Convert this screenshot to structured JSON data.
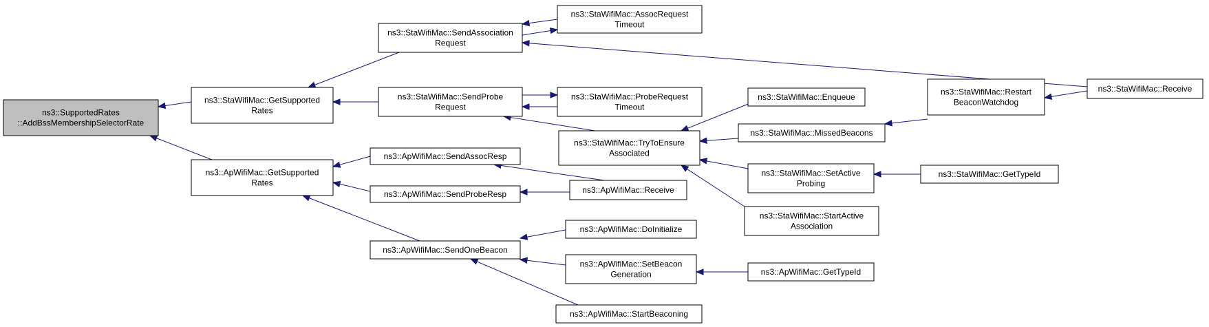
{
  "colors": {
    "edge": "#191970",
    "root_fill": "#bfbfbf",
    "node_fill": "#ffffff",
    "node_border": "#000000"
  },
  "nodes": [
    {
      "id": "root",
      "lines": [
        "ns3::SupportedRates",
        "::AddBssMembershipSelectorRate"
      ],
      "root": true
    },
    {
      "id": "sta_get",
      "lines": [
        "ns3::StaWifiMac::GetSupported",
        "Rates"
      ]
    },
    {
      "id": "ap_get",
      "lines": [
        "ns3::ApWifiMac::GetSupported",
        "Rates"
      ]
    },
    {
      "id": "sta_sendassoc",
      "lines": [
        "ns3::StaWifiMac::SendAssociation",
        "Request"
      ]
    },
    {
      "id": "sta_sendprobe",
      "lines": [
        "ns3::StaWifiMac::SendProbe",
        "Request"
      ]
    },
    {
      "id": "ap_sendassocresp",
      "lines": [
        "ns3::ApWifiMac::SendAssocResp"
      ]
    },
    {
      "id": "ap_sendproberesp",
      "lines": [
        "ns3::ApWifiMac::SendProbeResp"
      ]
    },
    {
      "id": "ap_sendonebeacon",
      "lines": [
        "ns3::ApWifiMac::SendOneBeacon"
      ]
    },
    {
      "id": "sta_assoctimeout",
      "lines": [
        "ns3::StaWifiMac::AssocRequest",
        "Timeout"
      ]
    },
    {
      "id": "sta_probetimeout",
      "lines": [
        "ns3::StaWifiMac::ProbeRequest",
        "Timeout"
      ]
    },
    {
      "id": "sta_trytoensure",
      "lines": [
        "ns3::StaWifiMac::TryToEnsure",
        "Associated"
      ]
    },
    {
      "id": "ap_receive",
      "lines": [
        "ns3::ApWifiMac::Receive"
      ]
    },
    {
      "id": "ap_doinit",
      "lines": [
        "ns3::ApWifiMac::DoInitialize"
      ]
    },
    {
      "id": "ap_setbeacongen",
      "lines": [
        "ns3::ApWifiMac::SetBeacon",
        "Generation"
      ]
    },
    {
      "id": "ap_startbeaconing",
      "lines": [
        "ns3::ApWifiMac::StartBeaconing"
      ]
    },
    {
      "id": "sta_enqueue",
      "lines": [
        "ns3::StaWifiMac::Enqueue"
      ]
    },
    {
      "id": "sta_missedbeacons",
      "lines": [
        "ns3::StaWifiMac::MissedBeacons"
      ]
    },
    {
      "id": "sta_setactiveprobing",
      "lines": [
        "ns3::StaWifiMac::SetActive",
        "Probing"
      ]
    },
    {
      "id": "sta_startactiveassoc",
      "lines": [
        "ns3::StaWifiMac::StartActive",
        "Association"
      ]
    },
    {
      "id": "sta_restartbeacon",
      "lines": [
        "ns3::StaWifiMac::Restart",
        "BeaconWatchdog"
      ]
    },
    {
      "id": "sta_receive",
      "lines": [
        "ns3::StaWifiMac::Receive"
      ]
    },
    {
      "id": "sta_gettypeid",
      "lines": [
        "ns3::StaWifiMac::GetTypeId"
      ]
    },
    {
      "id": "ap_gettypeid",
      "lines": [
        "ns3::ApWifiMac::GetTypeId"
      ]
    }
  ],
  "edges": [
    {
      "from": "sta_get",
      "to": "root"
    },
    {
      "from": "ap_get",
      "to": "root"
    },
    {
      "from": "sta_sendassoc",
      "to": "sta_get"
    },
    {
      "from": "sta_sendprobe",
      "to": "sta_get"
    },
    {
      "from": "ap_sendassocresp",
      "to": "ap_get"
    },
    {
      "from": "ap_sendproberesp",
      "to": "ap_get"
    },
    {
      "from": "ap_sendonebeacon",
      "to": "ap_get"
    },
    {
      "from": "sta_assoctimeout",
      "to": "sta_sendassoc"
    },
    {
      "from": "sta_sendassoc",
      "to": "sta_assoctimeout"
    },
    {
      "from": "sta_receive",
      "to": "sta_sendassoc"
    },
    {
      "from": "sta_probetimeout",
      "to": "sta_sendprobe"
    },
    {
      "from": "sta_sendprobe",
      "to": "sta_probetimeout"
    },
    {
      "from": "sta_trytoensure",
      "to": "sta_sendprobe"
    },
    {
      "from": "ap_receive",
      "to": "ap_sendassocresp"
    },
    {
      "from": "ap_receive",
      "to": "ap_sendproberesp"
    },
    {
      "from": "ap_doinit",
      "to": "ap_sendonebeacon"
    },
    {
      "from": "ap_setbeacongen",
      "to": "ap_sendonebeacon"
    },
    {
      "from": "ap_startbeaconing",
      "to": "ap_sendonebeacon"
    },
    {
      "from": "sta_enqueue",
      "to": "sta_trytoensure"
    },
    {
      "from": "sta_missedbeacons",
      "to": "sta_trytoensure"
    },
    {
      "from": "sta_setactiveprobing",
      "to": "sta_trytoensure"
    },
    {
      "from": "sta_startactiveassoc",
      "to": "sta_trytoensure"
    },
    {
      "from": "sta_restartbeacon",
      "to": "sta_missedbeacons"
    },
    {
      "from": "sta_receive",
      "to": "sta_restartbeacon"
    },
    {
      "from": "sta_gettypeid",
      "to": "sta_setactiveprobing"
    },
    {
      "from": "ap_gettypeid",
      "to": "ap_setbeacongen"
    }
  ]
}
